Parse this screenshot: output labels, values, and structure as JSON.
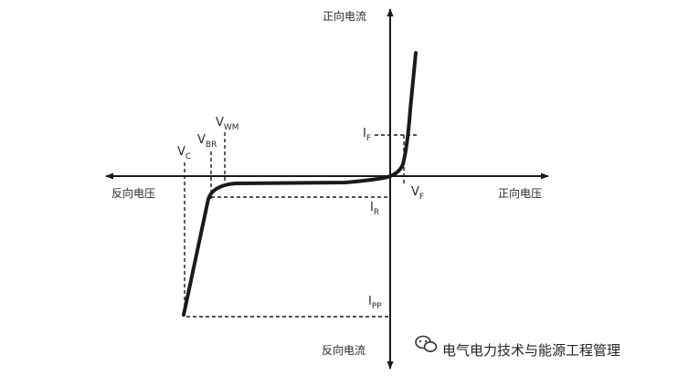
{
  "axes": {
    "forward_current": "正向电流",
    "reverse_current": "反向电流",
    "forward_voltage": "正向电压",
    "reverse_voltage": "反向电压"
  },
  "labels": {
    "vc": {
      "main": "V",
      "sub": "C"
    },
    "vbr": {
      "main": "V",
      "sub": "BR"
    },
    "vwm": {
      "main": "V",
      "sub": "WM"
    },
    "if": {
      "main": "I",
      "sub": "F"
    },
    "vf": {
      "main": "V",
      "sub": "F"
    },
    "ir": {
      "main": "I",
      "sub": "R"
    },
    "ipp": {
      "main": "I",
      "sub": "PP"
    }
  },
  "watermark": {
    "text": "电气电力技术与能源工程管理",
    "icon": "wechat-icon"
  },
  "colors": {
    "line": "#1a1a1a",
    "text": "#2a2a2a"
  }
}
